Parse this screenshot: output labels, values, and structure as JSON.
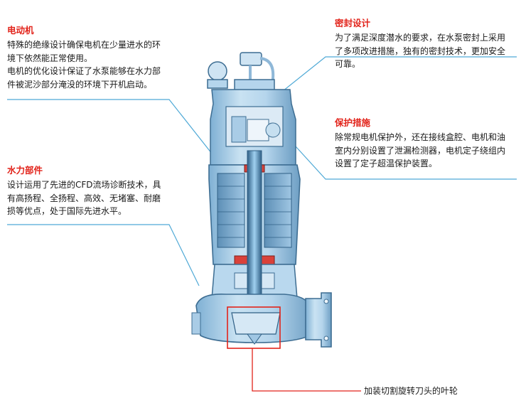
{
  "motor": {
    "title": "电动机",
    "lines": [
      "特殊的绝缘设计确保电机在少量进水的环",
      "境下依然能正常使用。",
      "电机的优化设计保证了水泵能够在水力部",
      "件被泥沙部分淹没的环境下开机启动。"
    ]
  },
  "hydraulic": {
    "title": "水力部件",
    "lines": [
      "设计运用了先进的CFD流场诊断技术，具",
      "有高扬程、全扬程、高效、无堵塞、耐磨",
      "损等优点，处于国际先进水平。"
    ]
  },
  "seal": {
    "title": "密封设计",
    "lines": [
      "为了满足深度潜水的要求，在水泵密封上采用",
      "了多项改进措施，独有的密封技术，更加安全",
      "可靠。"
    ]
  },
  "protection": {
    "title": "保护措施",
    "lines": [
      "除常规电机保护外，还在接线盒腔、电机和油",
      "室内分别设置了泄漏检测器，电机定子绕组内",
      "设置了定子超温保护装置。"
    ]
  },
  "impeller": {
    "label": "加装切割旋转刀头的叶轮"
  },
  "colors": {
    "title_red": "#e2231a",
    "leader_blue": "#4fa9d6",
    "pump_body": "#a9cce6",
    "pump_dark": "#3d6d92",
    "highlight_box": "#e2231a"
  }
}
